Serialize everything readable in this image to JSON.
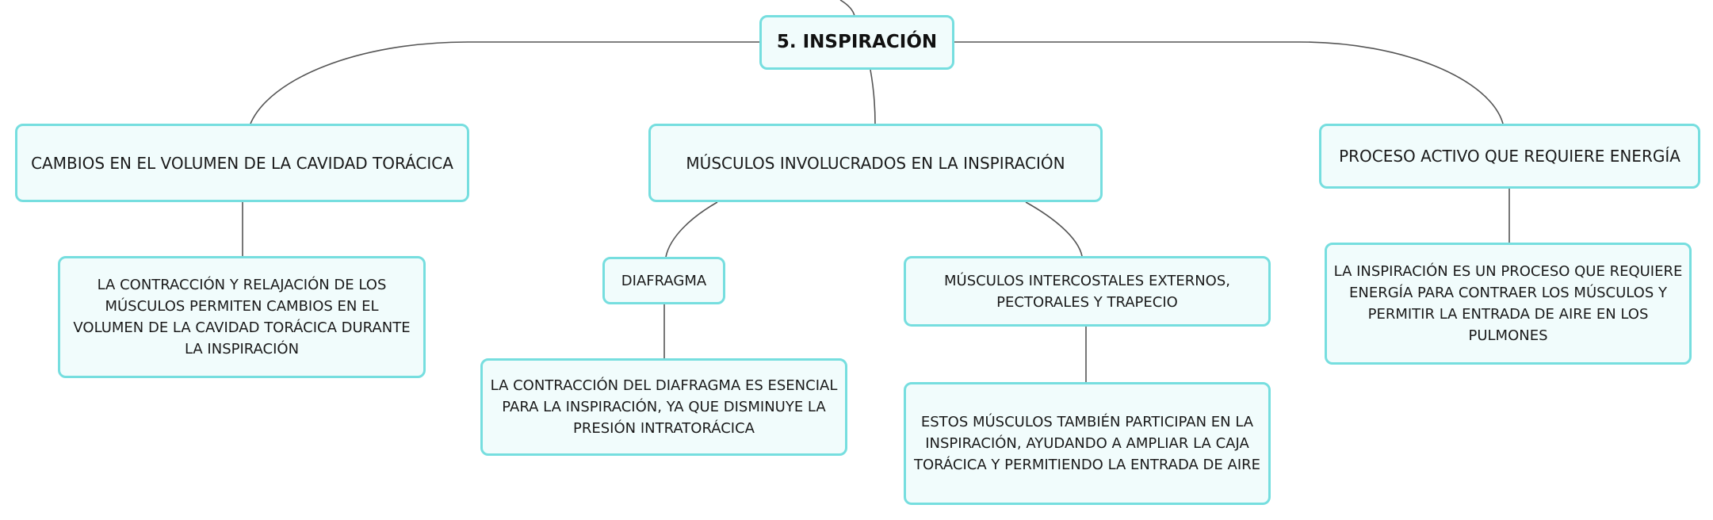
{
  "root": {
    "label": "5. INSPIRACIÓN"
  },
  "branches": [
    {
      "label": "CAMBIOS EN EL VOLUMEN DE LA CAVIDAD TORÁCICA",
      "detail": "LA CONTRACCIÓN Y RELAJACIÓN DE LOS MÚSCULOS PERMITEN CAMBIOS EN EL VOLUMEN DE LA CAVIDAD TORÁCICA DURANTE LA INSPIRACIÓN"
    },
    {
      "label": "MÚSCULOS INVOLUCRADOS EN LA INSPIRACIÓN",
      "children": [
        {
          "label": "DIAFRAGMA",
          "detail": "LA CONTRACCIÓN DEL DIAFRAGMA ES ESENCIAL PARA LA INSPIRACIÓN, YA QUE DISMINUYE LA PRESIÓN INTRATORÁCICA"
        },
        {
          "label": "MÚSCULOS INTERCOSTALES EXTERNOS, PECTORALES Y TRAPECIO",
          "detail": "ESTOS MÚSCULOS TAMBIÉN PARTICIPAN EN LA INSPIRACIÓN, AYUDANDO A AMPLIAR LA CAJA TORÁCICA Y PERMITIENDO LA ENTRADA DE AIRE"
        }
      ]
    },
    {
      "label": "PROCESO ACTIVO QUE REQUIERE ENERGÍA",
      "detail": "LA INSPIRACIÓN ES UN PROCESO QUE REQUIERE ENERGÍA PARA CONTRAER LOS MÚSCULOS Y PERMITIR LA ENTRADA DE AIRE EN LOS PULMONES"
    }
  ],
  "colors": {
    "node_border": "#76dedf",
    "node_fill": "#f1fcfc",
    "connector": "#555555"
  }
}
